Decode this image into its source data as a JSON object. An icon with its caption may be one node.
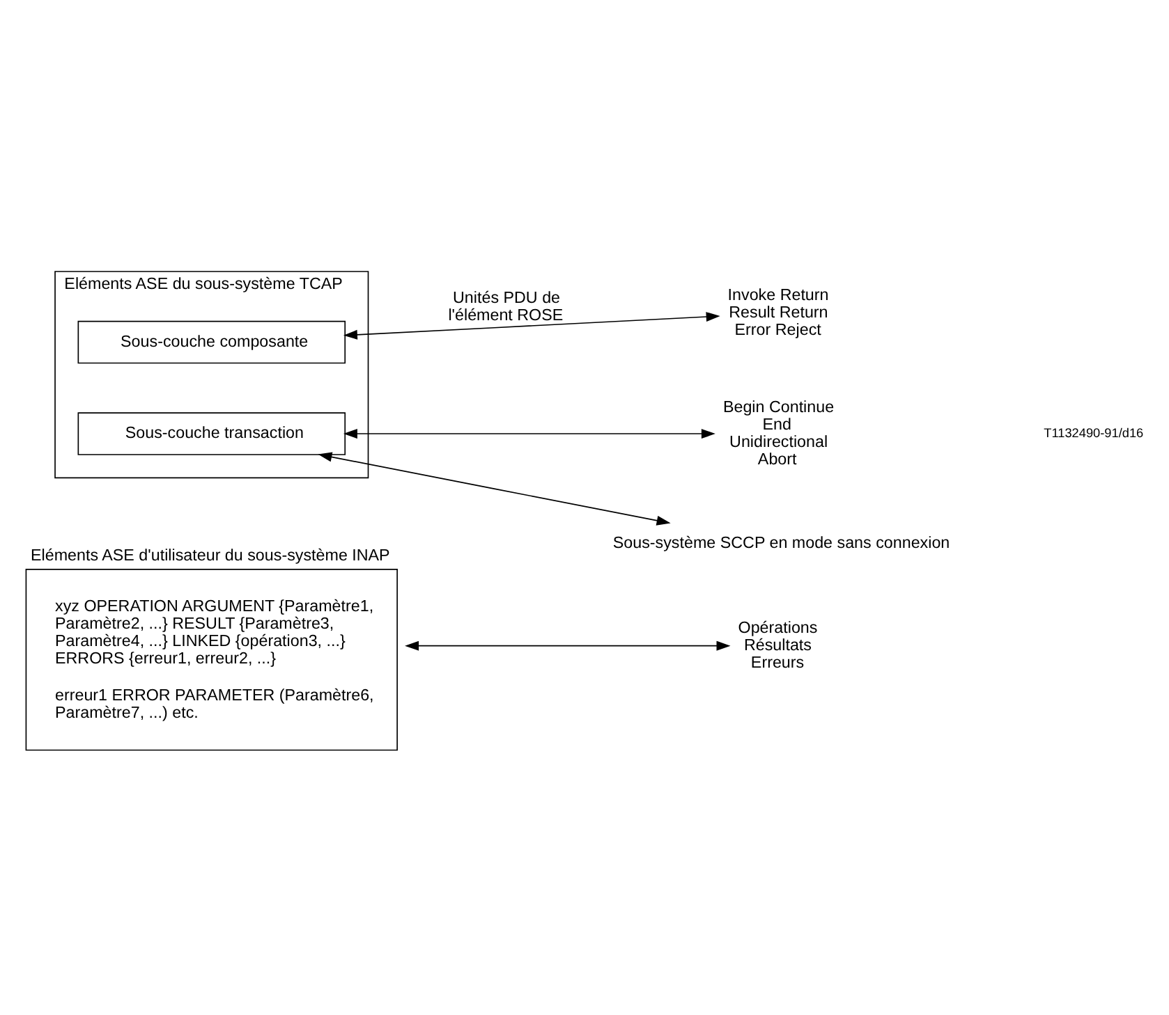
{
  "diagram": {
    "nodes": [
      {
        "text": [
          "Eléments ASE d'utilisateur du sous-système INAP",
          "xyz OPERATION ARGUMENT {Paramètre1, Paramètre2, ...} RESULT {Paramètre3, Paramètre4, ...} LINKED {opération3, ...} ERRORS {erreur1, erreur2, ...}",
          "erreur1 ERROR PARAMETER (Paramètre6, Paramètre7, ...) etc."
        ]
      },
      {
        "text": [
          "Opérations Résultats Erreurs"
        ]
      },
      {
        "text": [
          "Eléments ASE du sous-système TCAP"
        ]
      },
      {
        "text": [
          "Sous-couche composante"
        ],
        "in": 2
      },
      {
        "text": [
          "Sous-couche transaction"
        ],
        "in": 2
      },
      {
        "text": [
          "Invoke Return Result Return Error Reject"
        ]
      },
      {
        "text": [
          "Begin Continue End Unidirectional Abort"
        ]
      },
      {
        "text": [
          "Sous-système SCCP en mode sans connexion"
        ]
      }
    ],
    "edges": [
      {
        "from": 0,
        "to": 1,
        "arrow": "both"
      },
      {
        "from": 3,
        "to": 5,
        "arrow": "both",
        "label": "Unités PDU de l'élément ROSE"
      },
      {
        "from": 4,
        "to": 6,
        "arrow": "both"
      },
      {
        "from": 4,
        "to": 7,
        "arrow": "both"
      }
    ],
    "labels": [
      "T1132490-91/d16"
    ]
  }
}
